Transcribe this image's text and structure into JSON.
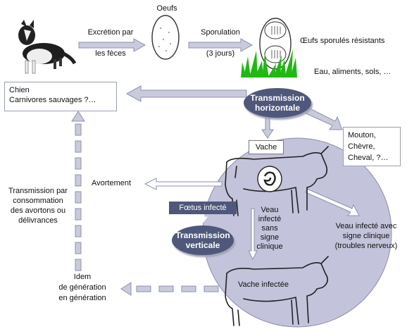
{
  "labels": {
    "oeufs": "Oeufs",
    "excretion_line1": "Excrétion par",
    "excretion_line2": "les fèces",
    "sporulation_line1": "Sporulation",
    "sporulation_line2": "(3 jours)",
    "oeufs_sporules": "Œufs sporulés résistants",
    "eau": "Eau, aliments, sols, …",
    "avortement": "Avortement",
    "vache": "Vache",
    "vache_infectee": "Vache infectée",
    "foetus": "Fœtus infecté",
    "veau_sans_signe": [
      "Veau",
      "infecté",
      "sans",
      "signe",
      "clinique"
    ],
    "veau_avec_signe": [
      "Veau infecté avec",
      "signe clinique",
      "(troubles nerveux)"
    ],
    "transmission_consommation": [
      "Transmission par",
      "consommation",
      "des avortons ou",
      "délivrances"
    ],
    "idem": [
      "Idem",
      "de génération",
      "en génération"
    ]
  },
  "host_box": [
    "Chien",
    "Carnivores sauvages ?…"
  ],
  "other_hosts_box": [
    "Mouton,",
    "Chèvre,",
    "Cheval, ?…"
  ],
  "ovals": {
    "horizontal": [
      "Transmission",
      "horizontale"
    ],
    "verticale": [
      "Transmission",
      "verticale"
    ]
  },
  "colors": {
    "oval_fill": "#4f587a",
    "circle_fill": "#c4c3dc",
    "arrow_fill": "#c9cbdd",
    "arrow_stroke": "#8d91ac",
    "grass": "#22b814"
  }
}
